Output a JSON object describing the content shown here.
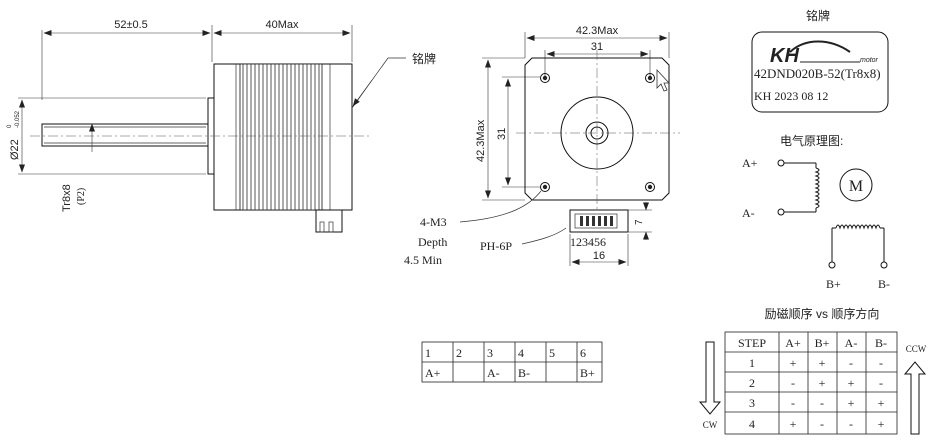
{
  "side_view": {
    "dim_shaft_length": "52±0.5",
    "dim_body_length": "40Max",
    "label_nameplate": "铭牌",
    "dim_shaft_diameter": "Ø22",
    "dim_shaft_tolerance_top": "0",
    "dim_shaft_tolerance_bottom": "-0.052",
    "lead_screw": "Tr8x8",
    "lead_pitch": "(P2)"
  },
  "front_view": {
    "dim_width": "42.3Max",
    "dim_hole_spacing_h": "31",
    "dim_height": "42.3Max",
    "dim_hole_spacing_v": "31",
    "dim_connector_height": "7",
    "dim_connector_width": "16",
    "connector_pins": "123456",
    "label_holes_1": "4-M3",
    "label_holes_2": "Depth",
    "label_holes_3": "4.5 Min",
    "label_connector": "PH-6P"
  },
  "nameplate": {
    "title": "铭牌",
    "brand_letters": "KH",
    "brand_small": "motor",
    "model": "42DND020B-52(Tr8x8)",
    "date": "KH 2023 08 12"
  },
  "schematic": {
    "title": "电气原理图:",
    "motor_symbol": "M",
    "label_a_plus": "A+",
    "label_a_minus": "A-",
    "label_b_plus": "B+",
    "label_b_minus": "B-"
  },
  "pin_table": {
    "pins": [
      "1",
      "2",
      "3",
      "4",
      "5",
      "6"
    ],
    "signals": [
      "A+",
      "",
      "A-",
      "B-",
      "",
      "B+"
    ]
  },
  "step_table": {
    "title": "励磁顺序 vs 顺序方向",
    "headers": [
      "STEP",
      "A+",
      "B+",
      "A-",
      "B-"
    ],
    "rows": [
      [
        "1",
        "+",
        "+",
        "-",
        "-"
      ],
      [
        "2",
        "-",
        "+",
        "+",
        "-"
      ],
      [
        "3",
        "-",
        "-",
        "+",
        "+"
      ],
      [
        "4",
        "+",
        "-",
        "-",
        "+"
      ]
    ],
    "cw_label": "CW",
    "ccw_label": "CCW"
  }
}
